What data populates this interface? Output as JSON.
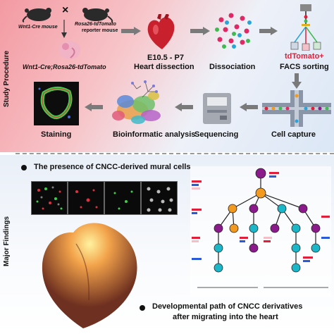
{
  "sections": {
    "study": "Study Procedure",
    "findings": "Major Findings"
  },
  "mice": {
    "cross": "×",
    "left_label": "Wnt1-Cre mouse",
    "right_label_line1": "Rosa26-tdTomato",
    "right_label_line2": "reporter mouse",
    "offspring": "Wnt1-Cre;Rosa26-tdTomato"
  },
  "steps": {
    "heart_stage": "E10.5 - P7",
    "heart_dissection": "Heart dissection",
    "dissociation": "Dissociation",
    "fluor": "tdTomato+",
    "facs": "FACS sorting",
    "capture": "Cell capture",
    "sequencing": "Sequencing",
    "bioinformatic": "Bioinformatic analysis",
    "staining": "Staining"
  },
  "findings": {
    "presence": "The presence of CNCC-derived mural cells",
    "path_line1": "Developmental path of CNCC derivatives",
    "path_line2": "after migrating into the heart"
  },
  "colors": {
    "accent_red": "#e0203a",
    "arrow_grey": "#7a7a7a",
    "node_purple": "#8b1a8b",
    "node_cyan": "#1bb7c9",
    "node_orange": "#f29a1f"
  }
}
